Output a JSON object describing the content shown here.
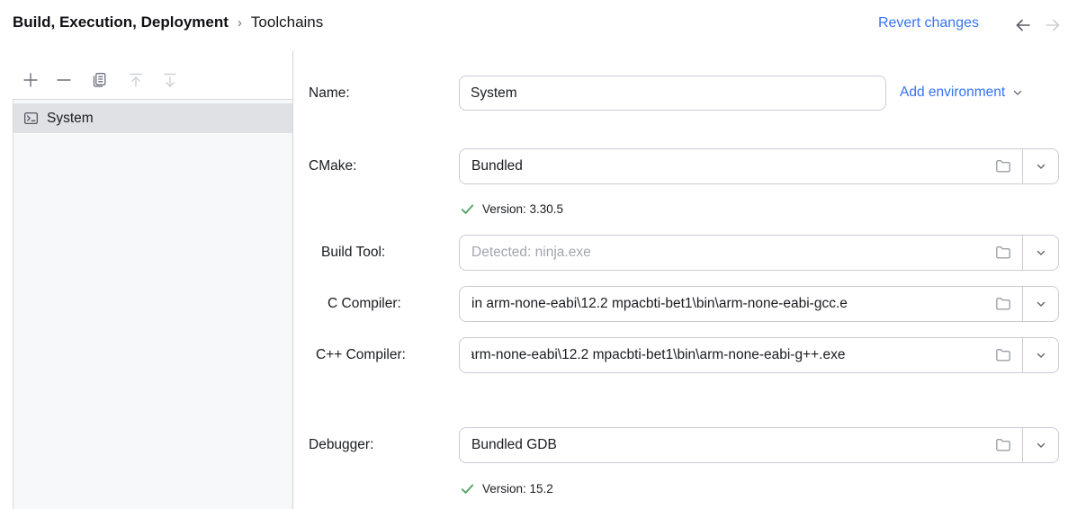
{
  "header": {
    "breadcrumb_parent": "Build, Execution, Deployment",
    "breadcrumb_separator": "›",
    "breadcrumb_current": "Toolchains",
    "revert_link": "Revert changes"
  },
  "sidebar": {
    "toolbar": [
      "add",
      "remove",
      "copy",
      "move-up",
      "move-down"
    ],
    "items": [
      {
        "label": "System",
        "selected": true,
        "icon": "terminal-icon"
      }
    ]
  },
  "form": {
    "name_label": "Name:",
    "name_value": "System",
    "add_environment_label": "Add environment",
    "cmake_label": "CMake:",
    "cmake_value": "Bundled",
    "cmake_version": "Version: 3.30.5",
    "build_tool_label": "Build Tool:",
    "build_tool_placeholder": "Detected: ninja.exe",
    "c_compiler_label": "C Compiler:",
    "c_compiler_value": "in arm-none-eabi\\12.2 mpacbti-bet1\\bin\\arm-none-eabi-gcc.e",
    "cpp_compiler_label": "C++ Compiler:",
    "cpp_compiler_value": "arm-none-eabi\\12.2 mpacbti-bet1\\bin\\arm-none-eabi-g++.exe",
    "debugger_label": "Debugger:",
    "debugger_value": "Bundled GDB",
    "debugger_version": "Version: 15.2"
  },
  "colors": {
    "accent_blue": "#3574F0",
    "success_green": "#59A869",
    "selected_row_bg": "#DFE1E5",
    "sidebar_bg": "#F7F8FA",
    "border": "#C9CCD4",
    "icon_gray": "#6C707E",
    "disabled_gray": "#CDD0D7"
  }
}
